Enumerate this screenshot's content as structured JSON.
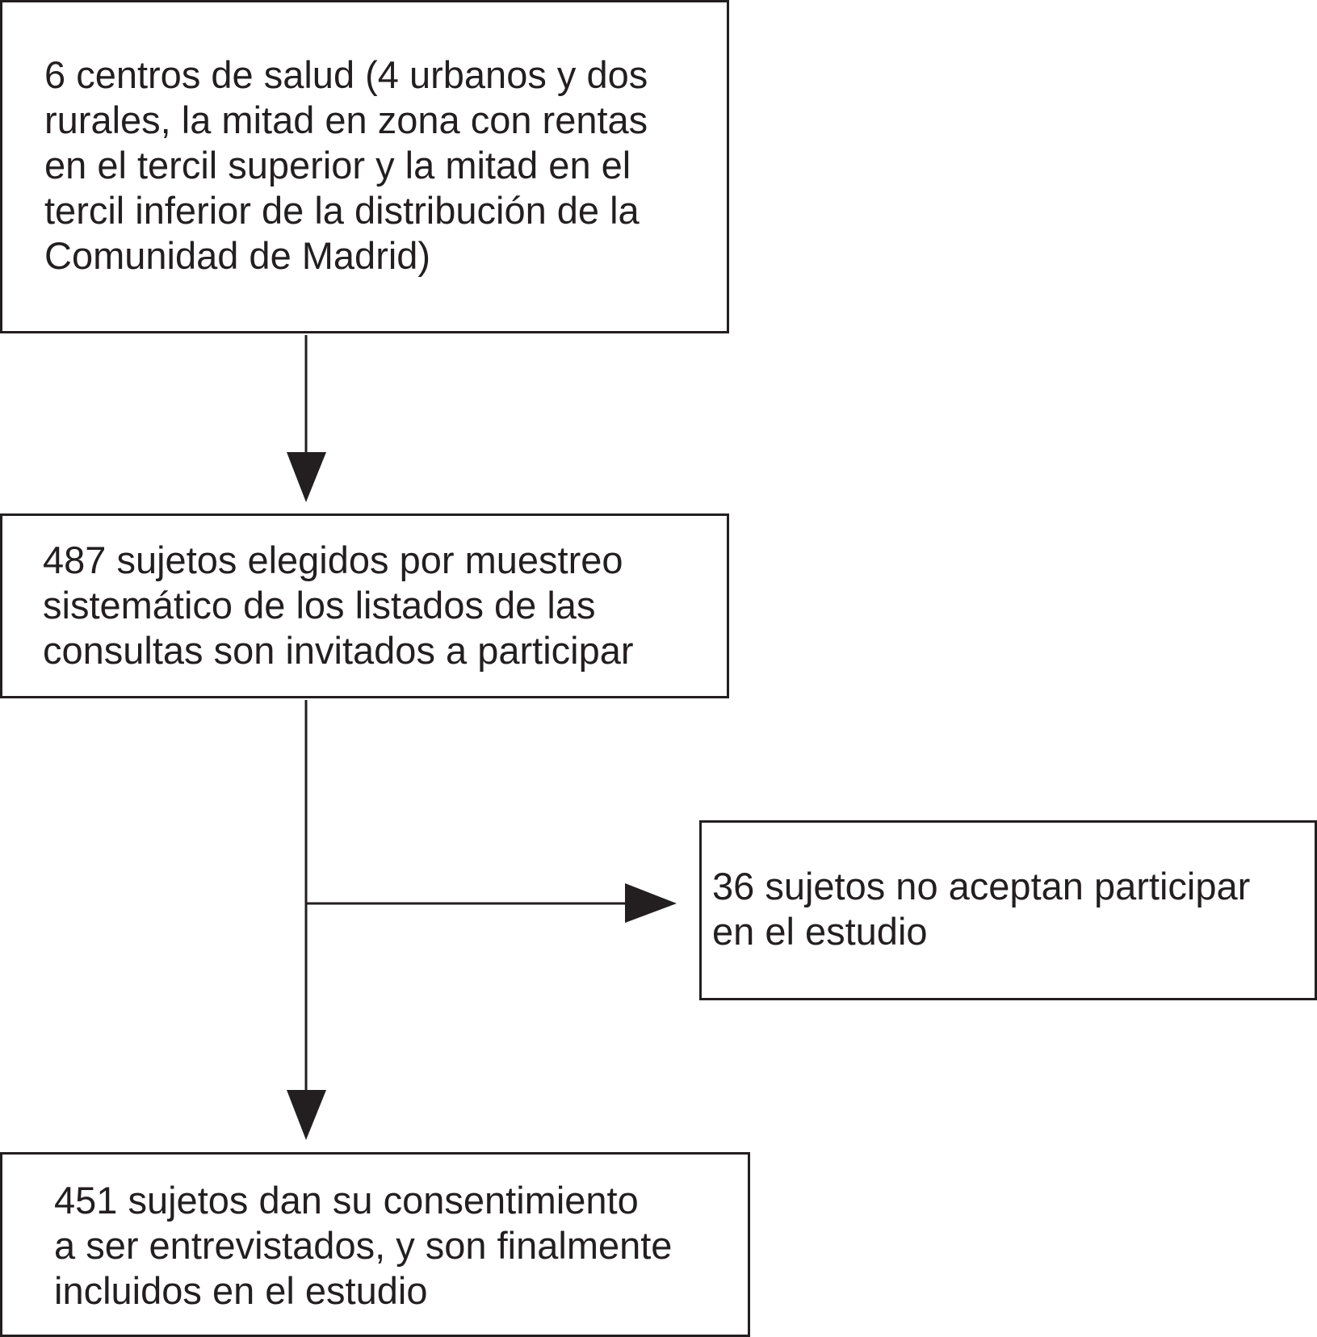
{
  "diagram": {
    "nodes": [
      {
        "id": "centros",
        "text": "6 centros de salud (4 urbanos y dos\nrurales, la mitad en zona con rentas\nen el tercil superior y la mitad en el\ntercil inferior de la distribución de la\nComunidad de Madrid)"
      },
      {
        "id": "invitados",
        "text": "487 sujetos elegidos por muestreo\nsistemático de los listados de las\nconsultas son invitados a participar"
      },
      {
        "id": "rechazan",
        "text": "36 sujetos no aceptan participar\nen el estudio"
      },
      {
        "id": "incluidos",
        "text": "451 sujetos dan su consentimiento\na ser entrevistados, y son finalmente\nincluidos en el estudio"
      }
    ],
    "edges": [
      {
        "from": "centros",
        "to": "invitados"
      },
      {
        "from": "invitados",
        "to": "rechazan"
      },
      {
        "from": "invitados",
        "to": "incluidos"
      }
    ],
    "line_color": "#231f20"
  }
}
